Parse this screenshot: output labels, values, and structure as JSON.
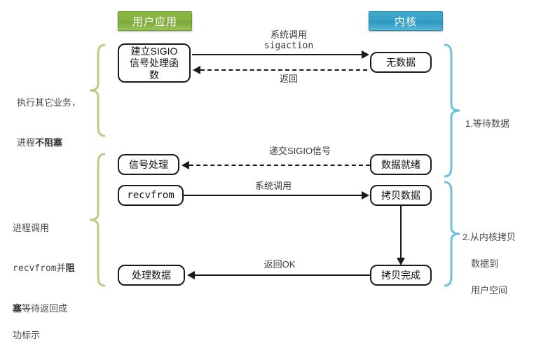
{
  "diagram": {
    "title": "SIGIO signal-driven IO model",
    "colors": {
      "user_header": "#85b23f",
      "kernel_header": "#33a0c4",
      "left_brace": "#b6cf87",
      "right_brace": "#6ec1de",
      "line": "#1a1a1a"
    },
    "headers": {
      "user": "用户应用",
      "kernel": "内核"
    },
    "nodes": {
      "establish_sigio": "建立SIGIO\n信号处理函\n数",
      "no_data": "无数据",
      "signal_handle": "信号处理",
      "data_ready": "数据就绪",
      "recvfrom": "recvfrom",
      "copy_data": "拷贝数据",
      "process_data": "处理数据",
      "copy_done": "拷贝完成"
    },
    "edges": {
      "syscall_sigaction_line1": "系统调用",
      "syscall_sigaction_line2": "sigaction",
      "return": "返回",
      "deliver_sigio": "递交SIGIO信号",
      "syscall": "系统调用",
      "return_ok": "返回OK"
    },
    "annotations": {
      "left_top_line1": "执行其它业务，",
      "left_top_line2_plain": "进程",
      "left_top_line2_bold": "不阻塞",
      "left_bottom_line1": "进程调用",
      "left_bottom_line2_code": "recvfrom",
      "left_bottom_line2_plain": "并",
      "left_bottom_line2_bold": "阻",
      "left_bottom_line3_bold": "塞",
      "left_bottom_line3_plain": "等待返回成",
      "left_bottom_line4": "功标示",
      "right_top": "1.等待数据",
      "right_bottom_line1": "2.从内核拷贝",
      "right_bottom_line2": "数据到",
      "right_bottom_line3": "用户空间"
    }
  }
}
